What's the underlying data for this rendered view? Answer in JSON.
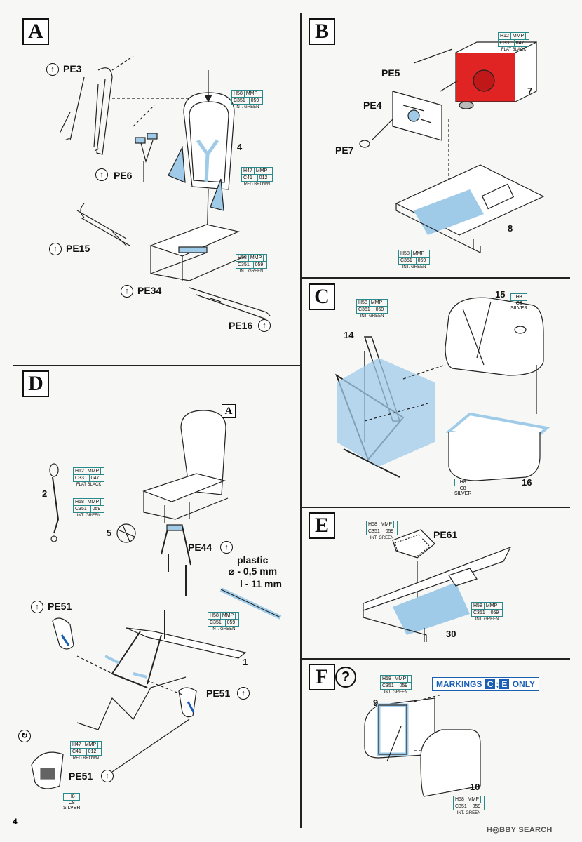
{
  "steps": {
    "a": {
      "letter": "A"
    },
    "b": {
      "letter": "B"
    },
    "c": {
      "letter": "C"
    },
    "d": {
      "letter": "D"
    },
    "e": {
      "letter": "E"
    },
    "f": {
      "letter": "F"
    }
  },
  "labels": {
    "pe3": "PE3",
    "pe6": "PE6",
    "pe15": "PE15",
    "pe34": "PE34",
    "pe16": "PE16",
    "pe5": "PE5",
    "pe4": "PE4",
    "pe7": "PE7",
    "pe44": "PE44",
    "pe51a": "PE51",
    "pe51b": "PE51",
    "pe51c": "PE51",
    "pe61": "PE61",
    "plastic1": "plastic",
    "plastic2": "⌀ - 0,5 mm",
    "plastic3": "l - 11 mm"
  },
  "numbers": {
    "n4": "4",
    "n7": "7",
    "n8": "8",
    "n15": "15",
    "n14": "14",
    "n16": "16",
    "n2": "2",
    "n5": "5",
    "n1": "1",
    "n30": "30",
    "n9": "9",
    "n10": "10",
    "subA": "A",
    "page": "4"
  },
  "paints": {
    "intgreen": {
      "h": "H58",
      "m": "MMP",
      "c": "C351",
      "code": "059",
      "name": "INT. GREEN"
    },
    "redbrown": {
      "h": "H47",
      "m": "MMP",
      "c": "C41",
      "code": "012",
      "name": "RED BROWN"
    },
    "flatblack": {
      "h": "H12",
      "m": "MMP",
      "c": "C33",
      "code": "047",
      "name": "FLAT BLACK"
    },
    "silver": {
      "h": "H8",
      "c": "C8",
      "name": "SILVER"
    }
  },
  "markings": {
    "prefix": "MARKINGS",
    "b1": "C",
    "sep": ";",
    "b2": "E",
    "suffix": "ONLY"
  },
  "qmark": "?",
  "watermark": "H◎BBY SEARCH",
  "colors": {
    "accent_blue": "#9fcbe8",
    "red": "#e02424",
    "paint_border": "#2a8a8a",
    "marking_blue": "#1a5fb4"
  }
}
